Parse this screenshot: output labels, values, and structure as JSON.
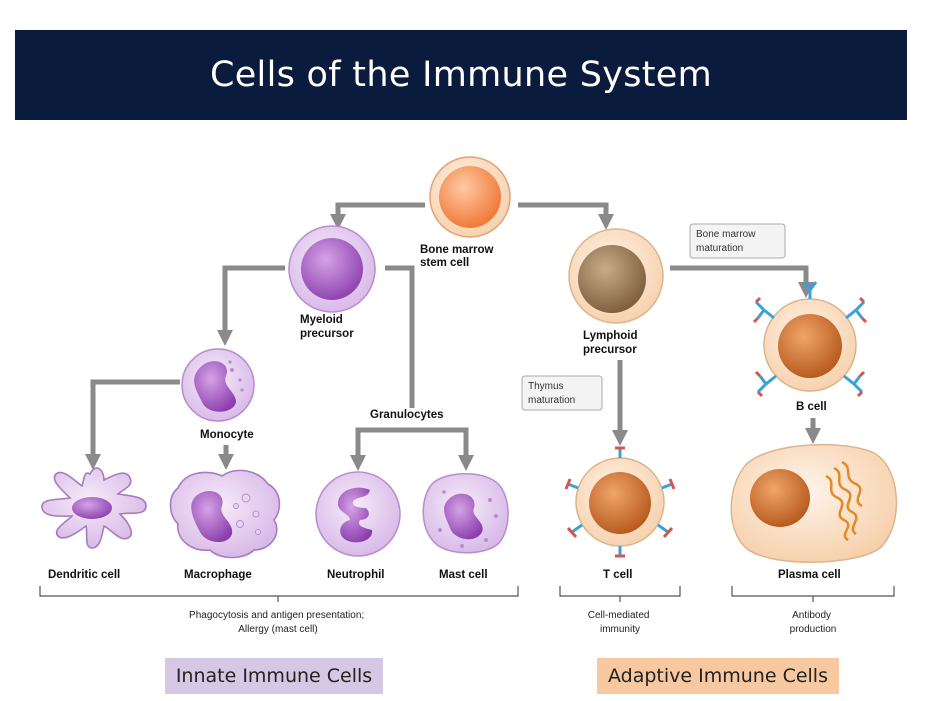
{
  "title": "Cells of the Immune System",
  "nodes": {
    "stem": [
      "Bone marrow",
      "stem cell"
    ],
    "myeloid": [
      "Myeloid",
      "precursor"
    ],
    "lymphoid": [
      "Lymphoid",
      "precursor"
    ],
    "monocyte": "Monocyte",
    "granulocytes": "Granulocytes",
    "dendritic": "Dendritic cell",
    "macrophage": "Macrophage",
    "neutrophil": "Neutrophil",
    "mast": "Mast cell",
    "tcell": "T cell",
    "bcell": "B cell",
    "plasma": "Plasma cell"
  },
  "notes": {
    "bone_marrow_maturation": [
      "Bone marrow",
      "maturation"
    ],
    "thymus_maturation": [
      "Thymus",
      "maturation"
    ]
  },
  "functions": {
    "innate": [
      "Phagocytosis and antigen presentation;",
      "Allergy (mast cell)"
    ],
    "cell_mediated": [
      "Cell-mediated",
      "immunity"
    ],
    "antibody": [
      "Antibody",
      "production"
    ]
  },
  "groups": {
    "innate": "Innate Immune Cells",
    "adaptive": "Adaptive Immune Cells"
  },
  "colors": {
    "banner": "#0b1b3d",
    "arrow": "#8a8a8a",
    "myeloid_purple": "#a964c4",
    "lymphoid_brown": "#9b7a56",
    "stem_orange": "#f3874f",
    "lymph_orange": "#c8661f"
  }
}
